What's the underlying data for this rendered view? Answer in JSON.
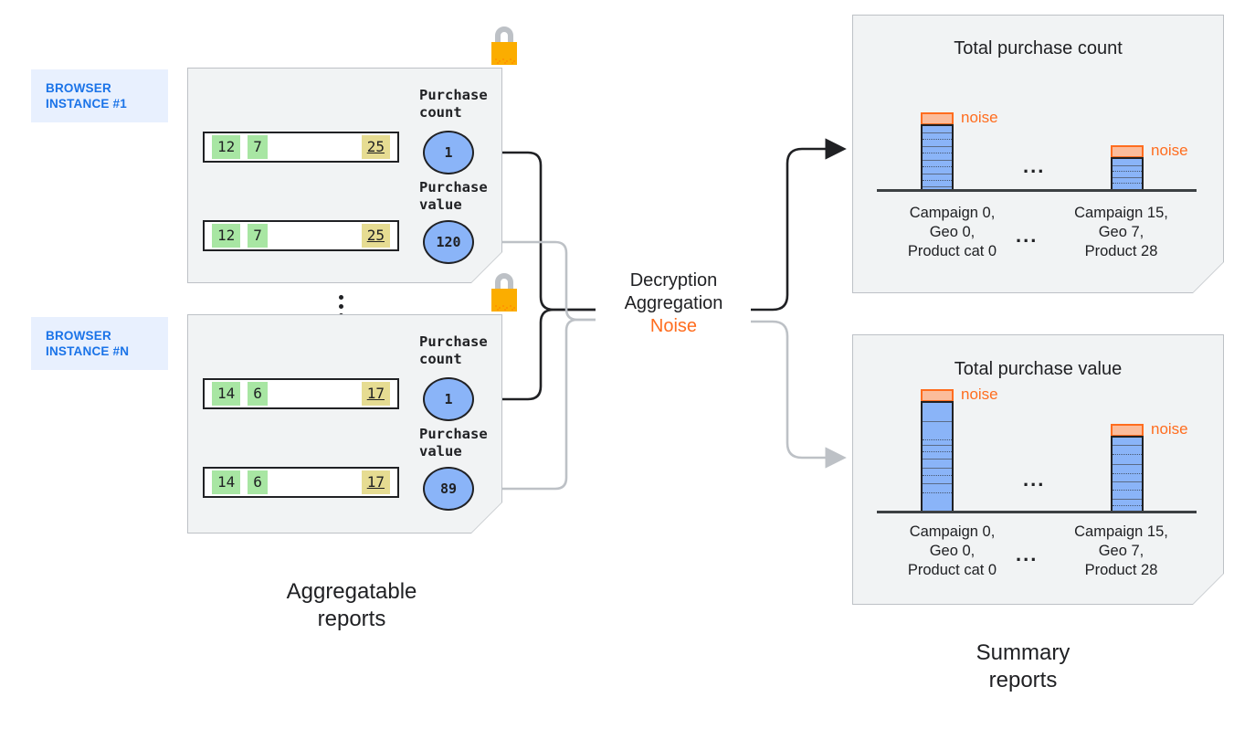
{
  "diagram": {
    "title": "Aggregatable reports to summary reports",
    "colors": {
      "panel_bg": "#f1f3f4",
      "panel_border": "#bdc1c6",
      "badge_bg": "#e8f0fe",
      "badge_text": "#1a73e8",
      "cell_green": "#a8e6a3",
      "cell_yellow": "#e6dc92",
      "circle_fill": "#8ab4f8",
      "bar_fill": "#8ab4f8",
      "noise_fill": "#fbbc9b",
      "noise_stroke": "#ff6d1f",
      "lock_body": "#fbad00",
      "lock_shackle": "#bdc1c6",
      "wire_count": "#202124",
      "wire_value": "#bdc1c6"
    },
    "left": {
      "caption": "Aggregatable\nreports",
      "ellipsis_between_panels": "⋮",
      "instances": [
        {
          "badge": "BROWSER\nINSTANCE #1",
          "lock_icon": "lock-icon",
          "metrics": [
            {
              "label": "Purchase\ncount",
              "circle_value": "1",
              "row_cells": [
                {
                  "text": "12",
                  "style": "green"
                },
                {
                  "text": "7",
                  "style": "green"
                },
                {
                  "text": "25",
                  "style": "yellow-underline"
                }
              ]
            },
            {
              "label": "Purchase\nvalue",
              "circle_value": "120",
              "row_cells": [
                {
                  "text": "12",
                  "style": "green"
                },
                {
                  "text": "7",
                  "style": "green"
                },
                {
                  "text": "25",
                  "style": "yellow-underline"
                }
              ]
            }
          ]
        },
        {
          "badge": "BROWSER\nINSTANCE #N",
          "lock_icon": "lock-icon",
          "metrics": [
            {
              "label": "Purchase\ncount",
              "circle_value": "1",
              "row_cells": [
                {
                  "text": "14",
                  "style": "green"
                },
                {
                  "text": "6",
                  "style": "green"
                },
                {
                  "text": "17",
                  "style": "yellow-underline"
                }
              ]
            },
            {
              "label": "Purchase\nvalue",
              "circle_value": "89",
              "row_cells": [
                {
                  "text": "14",
                  "style": "green"
                },
                {
                  "text": "6",
                  "style": "green"
                },
                {
                  "text": "17",
                  "style": "yellow-underline"
                }
              ]
            }
          ]
        }
      ]
    },
    "center": {
      "line1": "Decryption",
      "line2": "Aggregation",
      "line3": "Noise"
    },
    "right": {
      "caption": "Summary\nreports"
    }
  },
  "chart_data": [
    {
      "type": "bar",
      "title": "Total purchase count",
      "xlabel": "",
      "ylabel": "",
      "grid": false,
      "legend": "none",
      "annotations": [
        "noise",
        "noise"
      ],
      "ellipsis": "...",
      "categories": [
        "Campaign 0,\nGeo 0,\nProduct cat 0",
        "Campaign 15,\nGeo 7,\nProduct 28"
      ],
      "values": [
        9,
        5
      ],
      "noise": [
        1,
        1
      ],
      "segments": [
        9,
        5
      ],
      "ylim": [
        0,
        11
      ]
    },
    {
      "type": "bar",
      "title": "Total purchase value",
      "xlabel": "",
      "ylabel": "",
      "grid": false,
      "legend": "none",
      "annotations": [
        "noise",
        "noise"
      ],
      "ellipsis": "...",
      "categories": [
        "Campaign 0,\nGeo 0,\nProduct cat 0",
        "Campaign 15,\nGeo 7,\nProduct 28"
      ],
      "values": [
        10,
        7
      ],
      "noise": [
        0.9,
        0.9
      ],
      "segment_breaks": [
        [
          0.16,
          0.33,
          0.38,
          0.44,
          0.5,
          0.58,
          0.64,
          0.72,
          0.8
        ],
        [
          0.1,
          0.22,
          0.35,
          0.47,
          0.57,
          0.68,
          0.8,
          0.88
        ]
      ],
      "ylim": [
        0,
        11
      ]
    }
  ]
}
